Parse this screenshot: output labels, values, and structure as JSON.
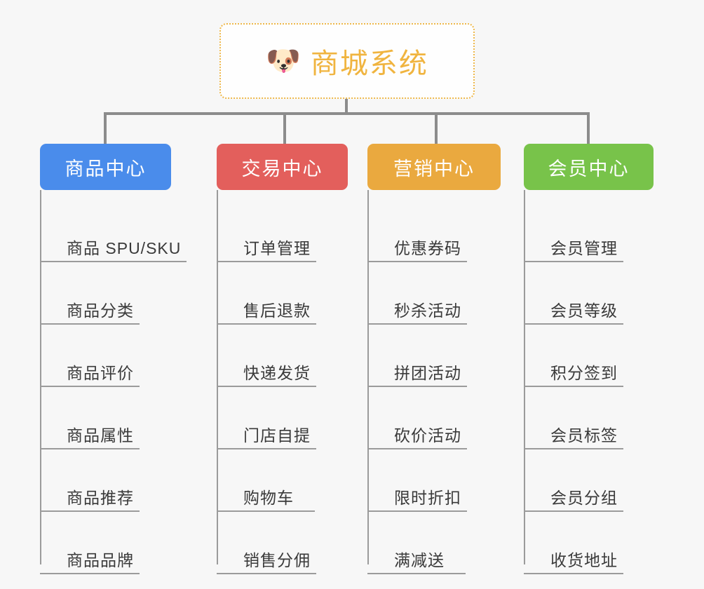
{
  "diagram": {
    "type": "mind-map-tree",
    "background_color": "#f7f7f7",
    "connector_color": "#8c8c8c",
    "root": {
      "icon": "dog-face-emoji",
      "icon_glyph": "🐶",
      "title": "商城系统",
      "text_color": "#f0b43f",
      "border_color": "#eeb84b",
      "border_style": "dotted",
      "fill_color": "#fefefe"
    },
    "branches": [
      {
        "label": "商品中心",
        "color": "#4a8ceb",
        "items": [
          "商品 SPU/SKU",
          "商品分类",
          "商品评价",
          "商品属性",
          "商品推荐",
          "商品品牌"
        ]
      },
      {
        "label": "交易中心",
        "color": "#e35f5c",
        "items": [
          "订单管理",
          "售后退款",
          "快递发货",
          "门店自提",
          "购物车",
          "销售分佣"
        ]
      },
      {
        "label": "营销中心",
        "color": "#eaa93f",
        "items": [
          "优惠券码",
          "秒杀活动",
          "拼团活动",
          "砍价活动",
          "限时折扣",
          "满减送"
        ]
      },
      {
        "label": "会员中心",
        "color": "#78c34a",
        "items": [
          "会员管理",
          "会员等级",
          "积分签到",
          "会员标签",
          "会员分组",
          "收货地址"
        ]
      }
    ]
  }
}
